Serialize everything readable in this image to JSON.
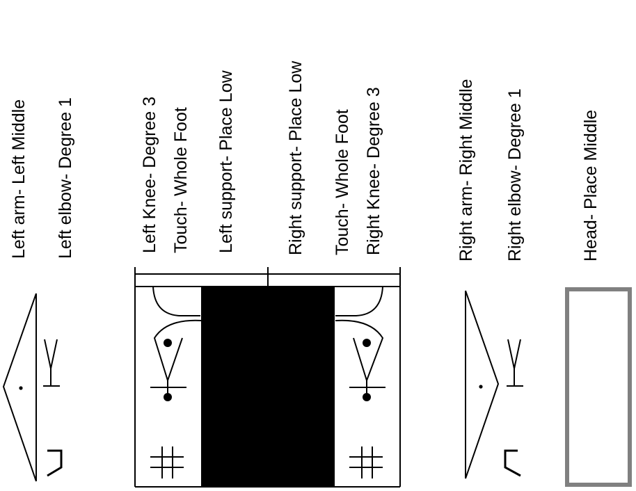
{
  "labels": {
    "left_arm": "Left arm- Left Middle",
    "left_elbow": "Left elbow- Degree 1",
    "left_knee": "Left Knee- Degree 3",
    "left_touch": "Touch- Whole Foot",
    "left_support": "Left support- Place Low",
    "right_support": "Right support- Place Low",
    "right_touch": "Touch- Whole Foot",
    "right_knee": "Right Knee- Degree 3",
    "right_arm": "Right arm- Right Middle",
    "right_elbow": "Right elbow- Degree 1",
    "head": "Head- Place Middle"
  },
  "colors": {
    "ink": "#000000",
    "head_box": "#808080",
    "background": "#ffffff"
  }
}
